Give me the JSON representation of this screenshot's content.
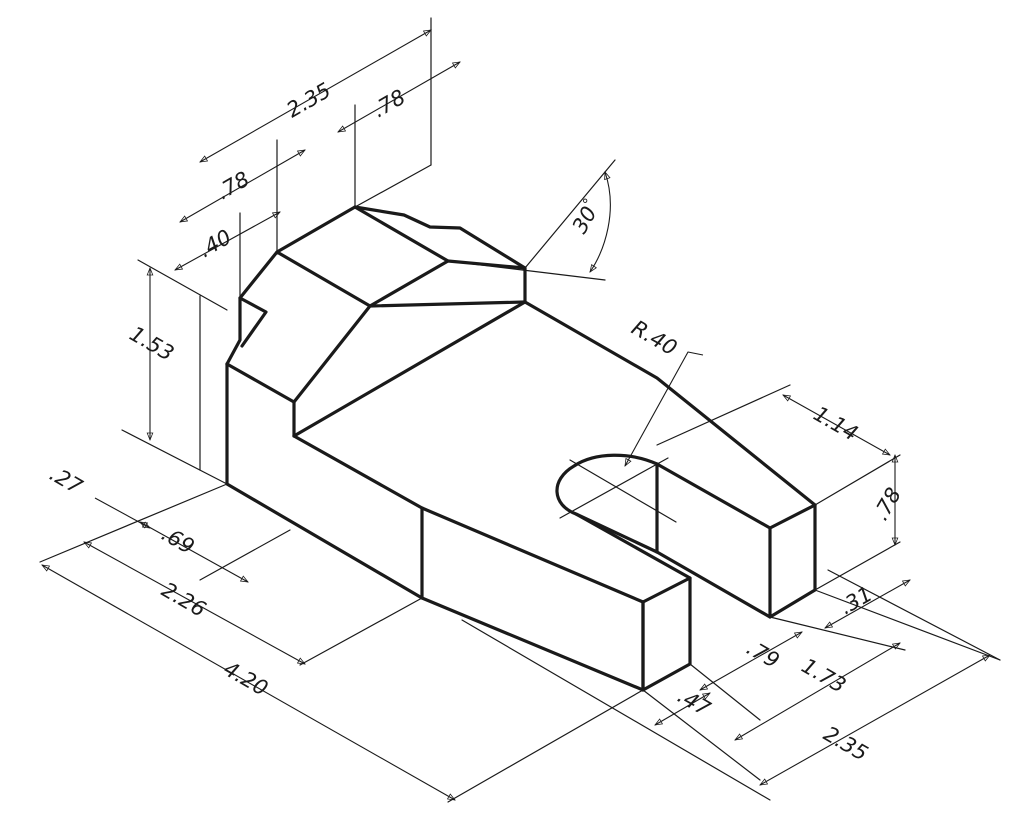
{
  "dimensions": {
    "top_overall": "2.35",
    "top_right": ".78",
    "top_left": ".78",
    "top_small": ".40",
    "height_left": "1.53",
    "angle": "30",
    "degree_symbol": "°",
    "radius": "R.40",
    "right_width": "1.14",
    "right_height": ".78",
    "bottom_027": ".27",
    "bottom_069": ".69",
    "bottom_226": "2.26",
    "bottom_420": "4.20",
    "right_031": ".31",
    "right_079": ".79",
    "right_173": "1.73",
    "right_047": ".47",
    "right_235": "2.35"
  }
}
